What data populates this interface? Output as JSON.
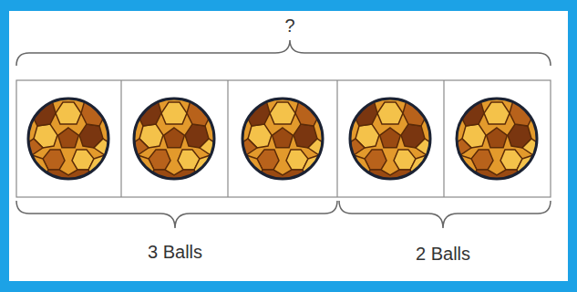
{
  "diagram": {
    "labels": [
      "?",
      "3 Balls",
      "2 Balls"
    ]
  }
}
